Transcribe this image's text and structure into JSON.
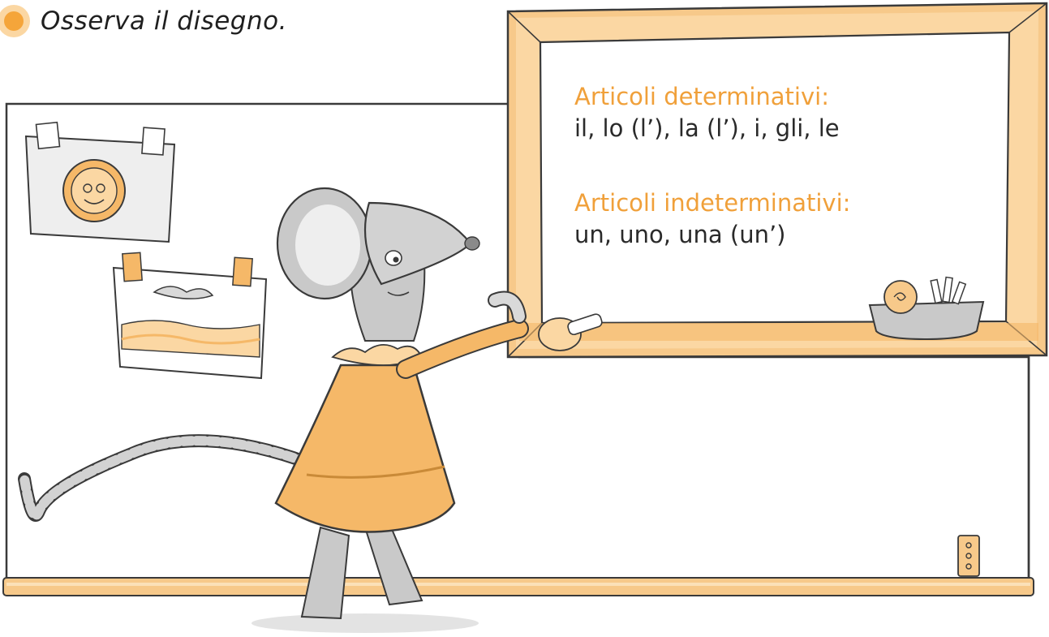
{
  "instruction": {
    "text": "Osserva il disegno.",
    "bullet_icon": "orange-dot-icon"
  },
  "board": {
    "determinative_heading": "Articoli determinativi:",
    "determinative_list": "il, lo (l’), la (l’), i, gli, le",
    "indeterminative_heading": "Articoli indeterminativi:",
    "indeterminative_list": "un, uno, una (un’)"
  },
  "colors": {
    "accent_orange": "#f0a03a",
    "frame_orange": "#f7c98a",
    "text_dark": "#2a2a2a"
  }
}
